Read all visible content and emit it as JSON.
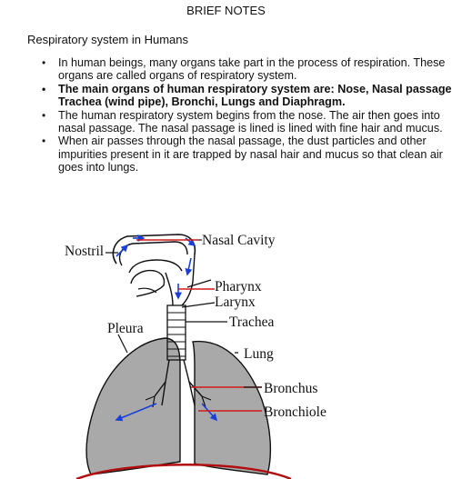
{
  "header": {
    "title": "BRIEF NOTES"
  },
  "section": {
    "heading": "Respiratory system in Humans"
  },
  "notes": [
    {
      "text": "In human beings, many organs take part in the process of respiration. These organs are called organs of respiratory system."
    },
    {
      "text": "The main organs of human respiratory system are: Nose, Nasal passage, Trachea (wind pipe), Bronchi, Lungs and Diaphragm."
    },
    {
      "text": "The human respiratory system begins from the nose. The air then goes into nasal passage. The nasal passage is lined is lined with fine hair and mucus."
    },
    {
      "text": "When air passes through the nasal passage, the dust particles and other impurities present in it are trapped by nasal hair and mucus so that clean air goes into lungs."
    }
  ],
  "diagram": {
    "labels": {
      "nostril": "Nostril",
      "nasal_cavity": "Nasal Cavity",
      "pharynx": "Pharynx",
      "larynx": "Larynx",
      "trachea": "Trachea",
      "pleura": "Pleura",
      "lung": "Lung",
      "bronchus": "Bronchus",
      "bronchiole": "Bronchiole"
    },
    "colors": {
      "lung_fill": "#a9a9a9",
      "arrow": "#1a3fd6",
      "pointer": "#d11b1b"
    }
  }
}
